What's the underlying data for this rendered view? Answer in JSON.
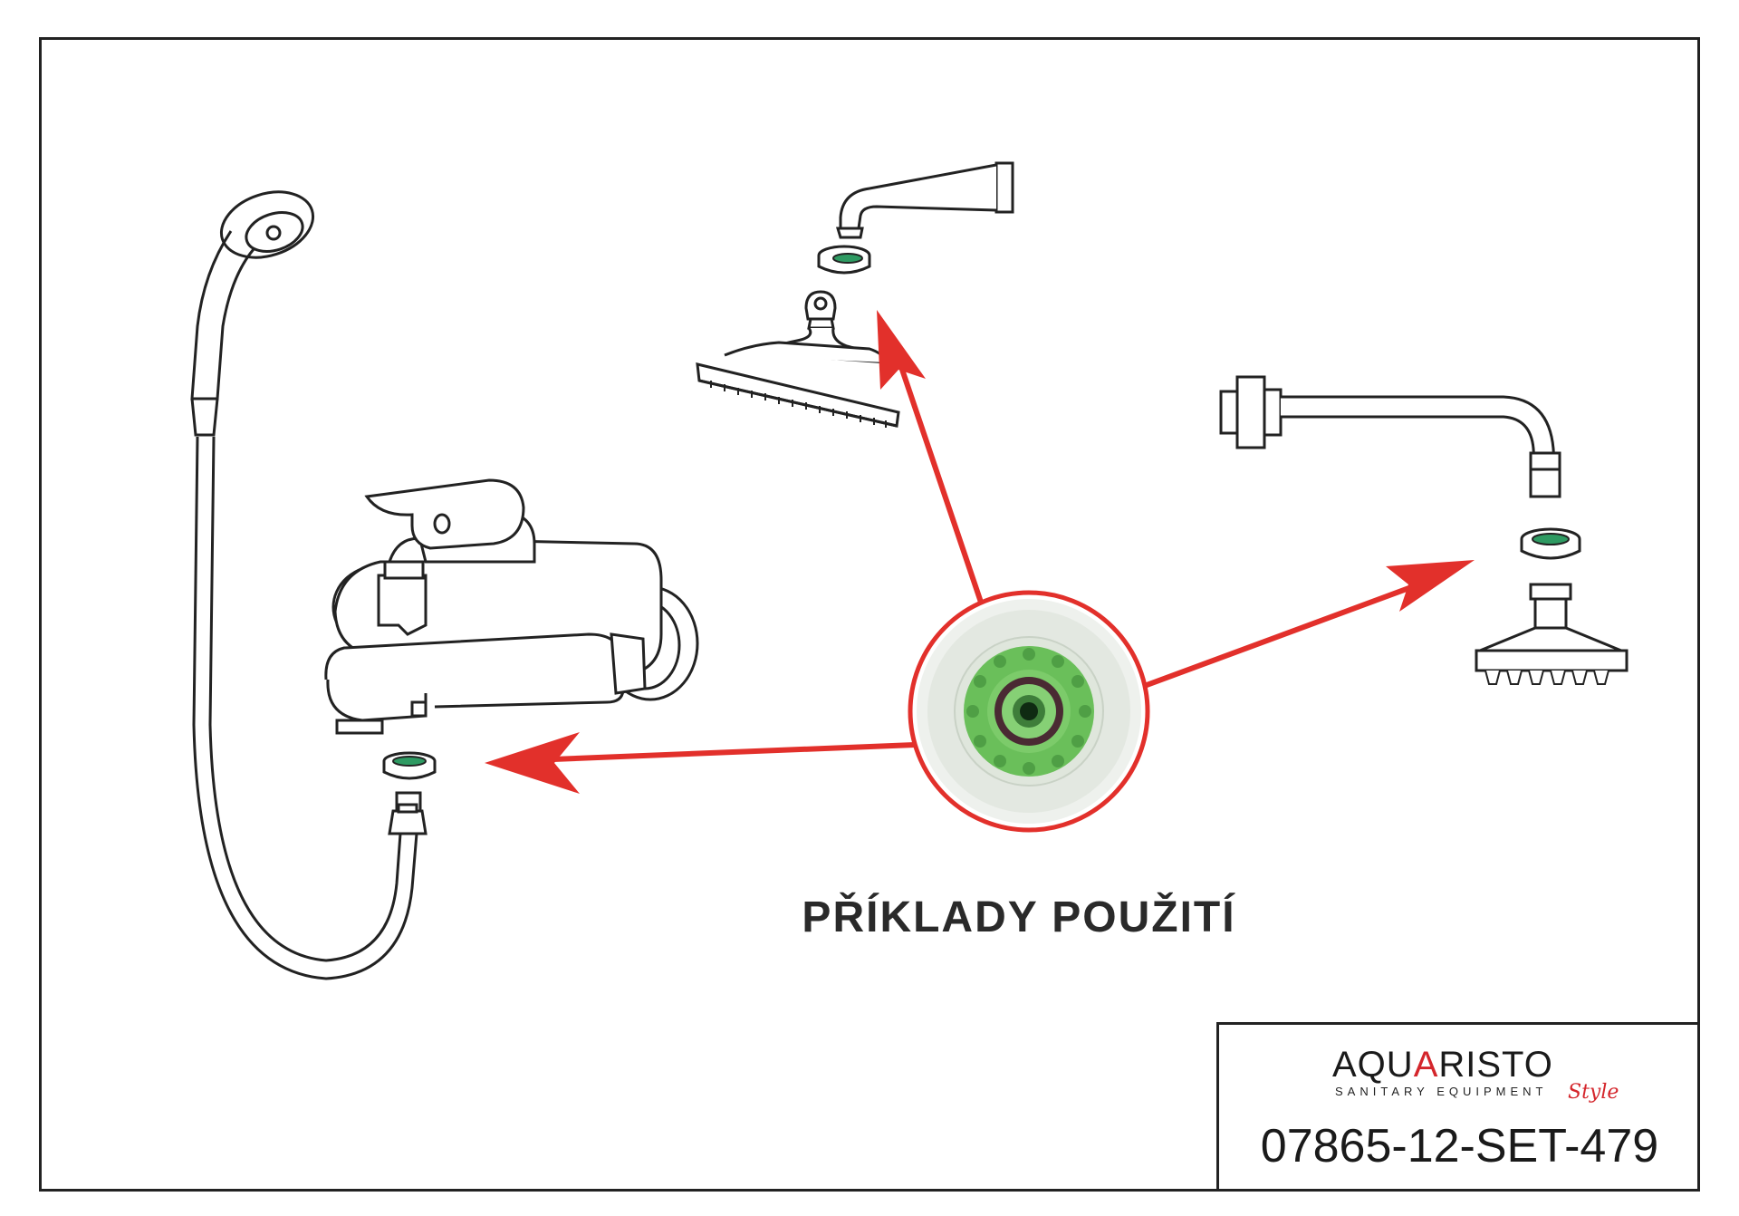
{
  "caption": "PŘÍKLADY POUŽITÍ",
  "logo": {
    "brand_prefix": "AQU",
    "brand_accent": "A",
    "brand_suffix": "RISTO",
    "subtitle": "SANITARY EQUIPMENT",
    "script": "Style"
  },
  "product_code": "07865-12-SET-479",
  "colors": {
    "arrow": "#e2302b",
    "insert_green": "#6abf5a",
    "washer_green": "#2e9a62",
    "line": "#222222",
    "brand_red": "#d4262c"
  },
  "icons": {
    "hand_shower": "hand-shower-icon",
    "bath_mixer": "bath-mixer-icon",
    "wall_spout": "wall-spout-icon",
    "rain_head_classic": "rain-shower-head-icon",
    "shower_arm": "shower-arm-icon",
    "rain_head_modern": "modern-shower-head-icon",
    "flow_restrictor": "flow-restrictor-icon"
  }
}
